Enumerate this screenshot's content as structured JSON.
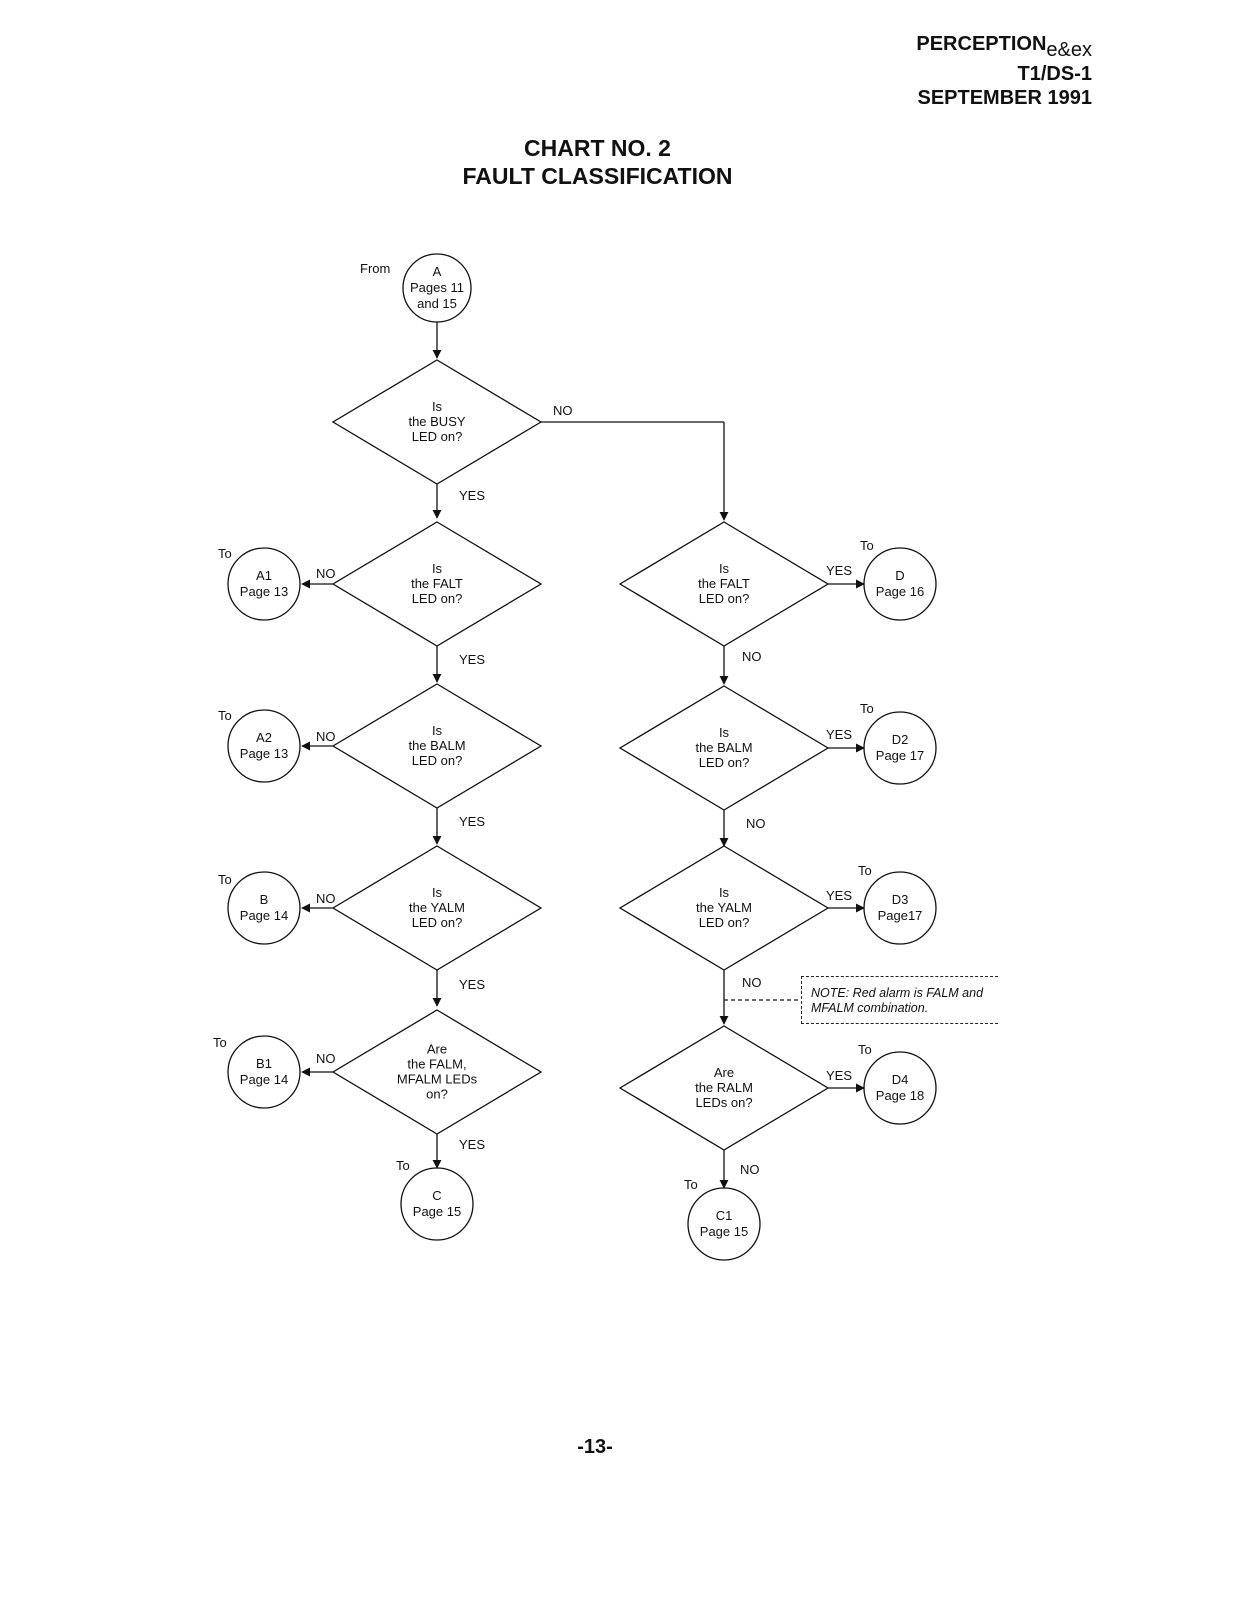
{
  "header": {
    "product": "PERCEPTION",
    "product_suffix": "e&ex",
    "section": "T1/DS-1",
    "date": "SEPTEMBER 1991"
  },
  "chart_title": [
    "CHART NO. 2",
    "FAULT CLASSIFICATION"
  ],
  "page_number": "-13-",
  "start": {
    "caption": "From",
    "lines": [
      "A",
      "Pages 11",
      "and 15"
    ]
  },
  "decisions": {
    "busy": [
      "Is",
      "the BUSY",
      "LED on?"
    ],
    "l_falt": [
      "Is",
      "the FALT",
      "LED on?"
    ],
    "l_balm": [
      "Is",
      "the BALM",
      "LED on?"
    ],
    "l_yalm": [
      "Is",
      "the YALM",
      "LED on?"
    ],
    "l_falm": [
      "Are",
      "the FALM,",
      "MFALM LEDs",
      "on?"
    ],
    "r_falt": [
      "Is",
      "the FALT",
      "LED on?"
    ],
    "r_balm": [
      "Is",
      "the BALM",
      "LED on?"
    ],
    "r_yalm": [
      "Is",
      "the YALM",
      "LED on?"
    ],
    "r_ralm": [
      "Are",
      "the RALM",
      "LEDs on?"
    ]
  },
  "connectors": {
    "a1": {
      "caption": "To",
      "lines": [
        "A1",
        "Page 13"
      ]
    },
    "a2": {
      "caption": "To",
      "lines": [
        "A2",
        "Page 13"
      ]
    },
    "b": {
      "caption": "To",
      "lines": [
        "B",
        "Page 14"
      ]
    },
    "b1": {
      "caption": "To",
      "lines": [
        "B1",
        "Page 14"
      ]
    },
    "c": {
      "caption": "To",
      "lines": [
        "C",
        "Page 15"
      ]
    },
    "d": {
      "caption": "To",
      "lines": [
        "D",
        "Page 16"
      ]
    },
    "d2": {
      "caption": "To",
      "lines": [
        "D2",
        "Page 17"
      ]
    },
    "d3": {
      "caption": "To",
      "lines": [
        "D3",
        "Page17"
      ]
    },
    "d4": {
      "caption": "To",
      "lines": [
        "D4",
        "Page 18"
      ]
    },
    "c1": {
      "caption": "To",
      "lines": [
        "C1",
        "Page 15"
      ]
    }
  },
  "labels": {
    "yes": "YES",
    "no": "NO"
  },
  "note": "NOTE: Red alarm is FALM and MFALM combination."
}
